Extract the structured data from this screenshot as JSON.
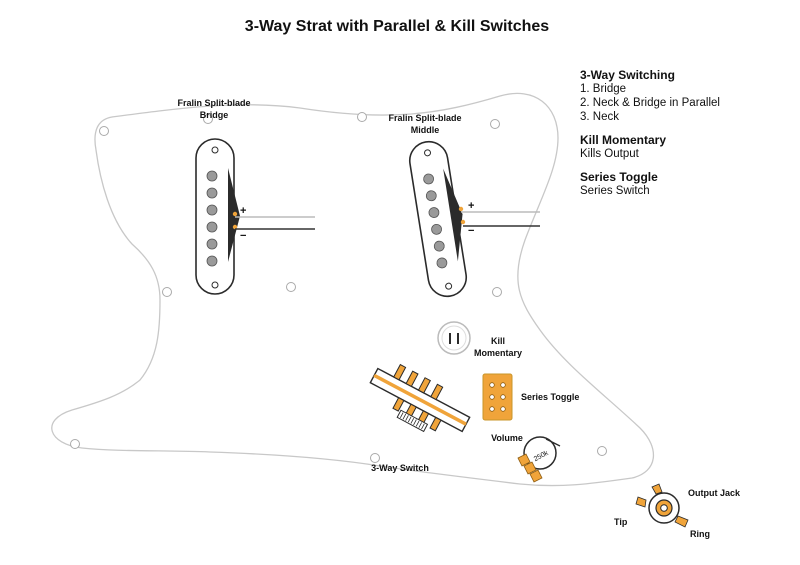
{
  "title": "3-Way Strat with Parallel & Kill Switches",
  "legend": {
    "switching": {
      "heading": "3-Way Switching",
      "items": [
        "1. Bridge",
        "2. Neck & Bridge in Parallel",
        "3. Neck"
      ]
    },
    "kill": {
      "heading": "Kill Momentary",
      "text": "Kills Output"
    },
    "series": {
      "heading": "Series Toggle",
      "text": "Series Switch"
    }
  },
  "pickups": {
    "bridge": {
      "line1": "Fralin Split-blade",
      "line2": "Bridge"
    },
    "middle": {
      "line1": "Fralin Split-blade",
      "line2": "Middle"
    },
    "plus": "+",
    "minus": "−"
  },
  "components": {
    "kill_line1": "Kill",
    "kill_line2": "Momentary",
    "series_toggle": "Series Toggle",
    "volume": "Volume",
    "pot_value": "250k",
    "three_way": "3-Way Switch",
    "output_jack": "Output Jack",
    "tip": "Tip",
    "ring": "Ring"
  },
  "colors": {
    "outline": "#c8c8c8",
    "orange": "#f0a43a",
    "gold": "#c9962a",
    "dark": "#2b2b2b",
    "wire_dark": "#333333"
  }
}
